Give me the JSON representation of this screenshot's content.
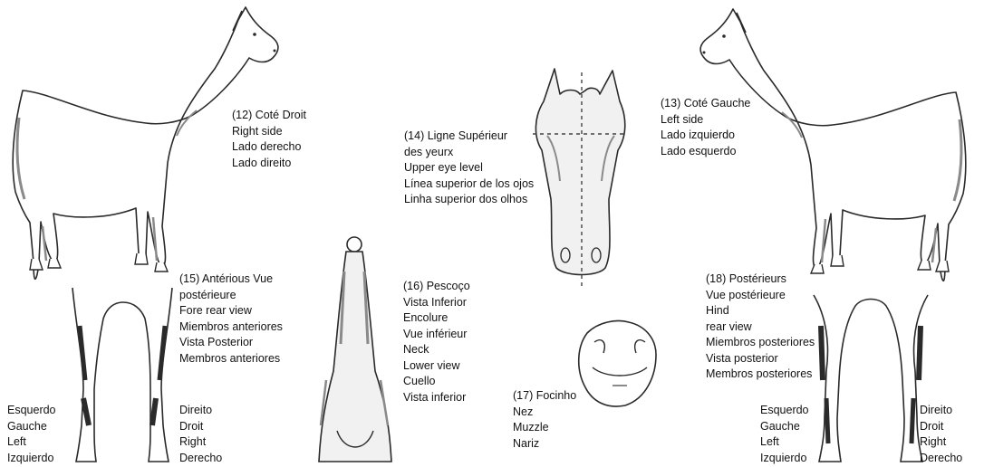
{
  "colors": {
    "outline": "#2a2a2a",
    "shade": "#8a8a8a",
    "fill_light": "#f1f1f1",
    "guide": "#444444"
  },
  "views": {
    "right_side": {
      "lines": [
        "(12) Coté Droit",
        "Right side",
        "Lado derecho",
        "Lado direito"
      ]
    },
    "left_side": {
      "lines": [
        "(13) Coté Gauche",
        "Left side",
        "Lado izquierdo",
        "Lado esquerdo"
      ]
    },
    "eye_level": {
      "lines": [
        "(14) Ligne Supérieur",
        "des yeurx",
        "Upper eye level",
        "Línea superior de los ojos",
        "Linha superior dos olhos"
      ]
    },
    "fore_rear": {
      "lines": [
        "(15) Antérious Vue",
        "postérieure",
        "Fore rear view",
        "Miembros anteriores",
        "Vista Posterior",
        "Membros anteriores"
      ]
    },
    "neck": {
      "lines": [
        "(16) Pescoço",
        "Vista Inferior",
        "Encolure",
        "Vue inférieur",
        "Neck",
        "Lower view",
        "Cuello",
        "Vista inferior"
      ]
    },
    "muzzle": {
      "lines": [
        "(17) Focinho",
        "Nez",
        "Muzzle",
        "Nariz"
      ]
    },
    "hind_rear": {
      "lines": [
        "(18) Postérieurs",
        "Vue postérieure",
        "Hind",
        "rear view",
        "Miembros posteriores",
        "Vista posterior",
        "Membros posteriores"
      ]
    }
  },
  "side_labels": {
    "fore_left": [
      "Esquerdo",
      "Gauche",
      "Left",
      "Izquierdo"
    ],
    "fore_right": [
      "Direito",
      "Droit",
      "Right",
      "Derecho"
    ],
    "hind_left": [
      "Esquerdo",
      "Gauche",
      "Left",
      "Izquierdo"
    ],
    "hind_right": [
      "Direito",
      "Droit",
      "Right",
      "Derecho"
    ]
  }
}
